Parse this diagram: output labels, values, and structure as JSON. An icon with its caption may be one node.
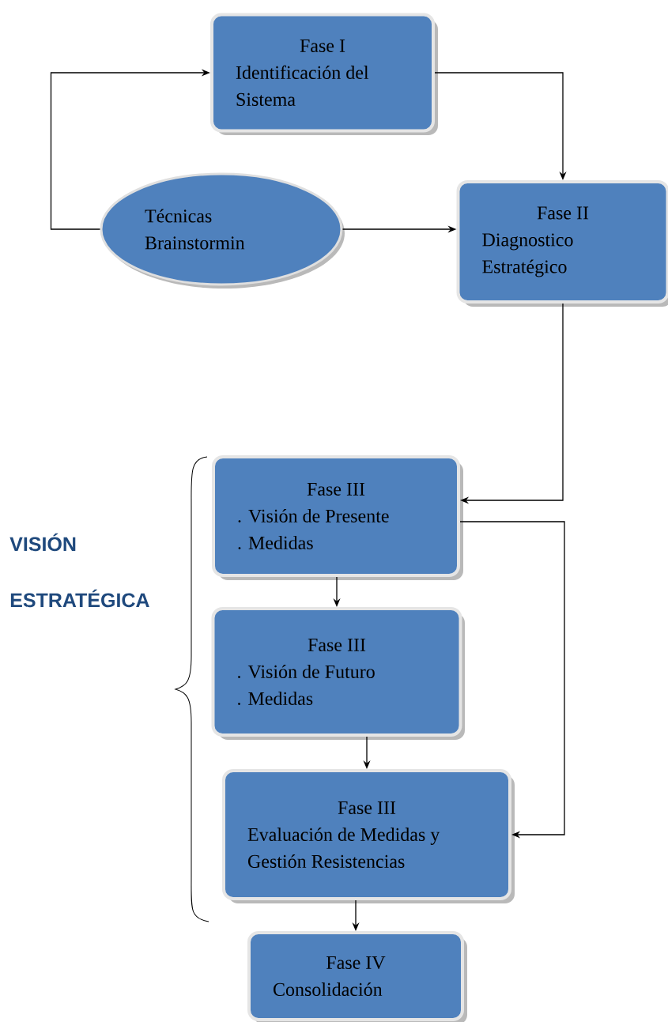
{
  "diagram": {
    "nodes": [
      {
        "text": [
          "Fase I",
          "Identificación del Sistema"
        ]
      },
      {
        "text": [
          "Técnicas Brainstormin"
        ]
      },
      {
        "text": [
          "Fase II",
          "Diagnostico Estratégico"
        ]
      },
      {
        "text": [
          "Fase III",
          ". Visión de Presente",
          ". Medidas"
        ]
      },
      {
        "text": [
          "Fase  III",
          ". Visión de Futuro",
          ". Medidas"
        ]
      },
      {
        "text": [
          "Fase  III",
          "Evaluación  de Medidas y Gestión Resistencias"
        ]
      },
      {
        "text": [
          "Fase IV",
          "Consolidación"
        ]
      }
    ],
    "edges": [
      {
        "from": 1,
        "to": 0,
        "arrow": "to"
      },
      {
        "from": 0,
        "to": 2,
        "arrow": "to"
      },
      {
        "from": 1,
        "to": 2,
        "arrow": "to"
      },
      {
        "from": 2,
        "to": 3,
        "arrow": "to"
      },
      {
        "from": 3,
        "to": 4,
        "arrow": "to"
      },
      {
        "from": 3,
        "to": 5,
        "arrow": "to"
      },
      {
        "from": 4,
        "to": 5,
        "arrow": "to"
      },
      {
        "from": 5,
        "to": 6,
        "arrow": "to"
      }
    ],
    "labels": [
      "VISIÓN",
      "ESTRATÉGICA"
    ]
  }
}
